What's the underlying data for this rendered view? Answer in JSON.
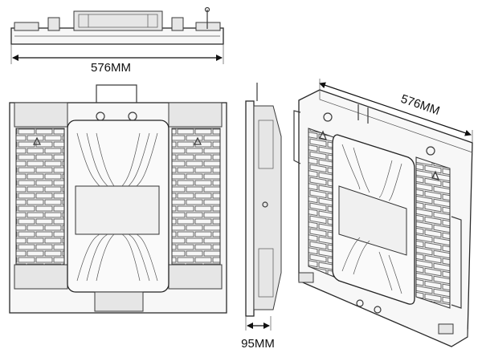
{
  "dimensions": {
    "top_width": "576MM",
    "iso_width": "576MM",
    "depth": "95MM"
  }
}
